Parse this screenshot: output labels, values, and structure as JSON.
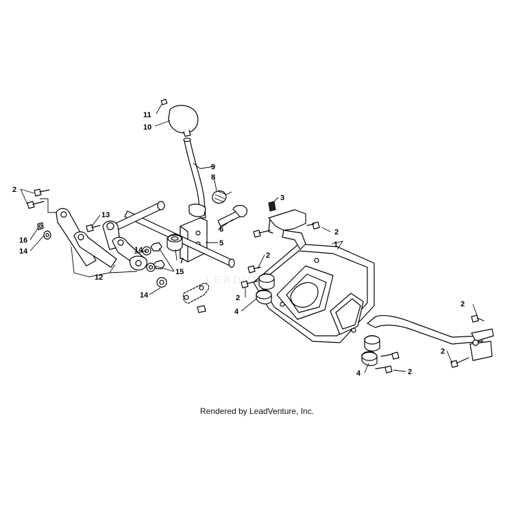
{
  "credit_text": "Rendered by LeadVenture, Inc.",
  "watermark_text": "LEADVENTURE",
  "callouts": [
    {
      "id": "c11",
      "label": "11"
    },
    {
      "id": "c10",
      "label": "10"
    },
    {
      "id": "c9",
      "label": "9"
    },
    {
      "id": "c8",
      "label": "8"
    },
    {
      "id": "c3",
      "label": "3"
    },
    {
      "id": "c2a",
      "label": "2"
    },
    {
      "id": "c2b",
      "label": "2"
    },
    {
      "id": "c13",
      "label": "13"
    },
    {
      "id": "c16",
      "label": "16"
    },
    {
      "id": "c14a",
      "label": "14"
    },
    {
      "id": "c14b",
      "label": "14"
    },
    {
      "id": "c6",
      "label": "6"
    },
    {
      "id": "c5",
      "label": "5"
    },
    {
      "id": "c7",
      "label": "7"
    },
    {
      "id": "c15",
      "label": "15"
    },
    {
      "id": "c12",
      "label": "12"
    },
    {
      "id": "c14c",
      "label": "14"
    },
    {
      "id": "c1",
      "label": "1"
    },
    {
      "id": "c2c",
      "label": "2"
    },
    {
      "id": "c2d",
      "label": "2"
    },
    {
      "id": "c4a",
      "label": "4"
    },
    {
      "id": "c2e",
      "label": "2"
    },
    {
      "id": "c2f",
      "label": "2"
    },
    {
      "id": "c4b",
      "label": "4"
    },
    {
      "id": "c2g",
      "label": "2"
    }
  ]
}
